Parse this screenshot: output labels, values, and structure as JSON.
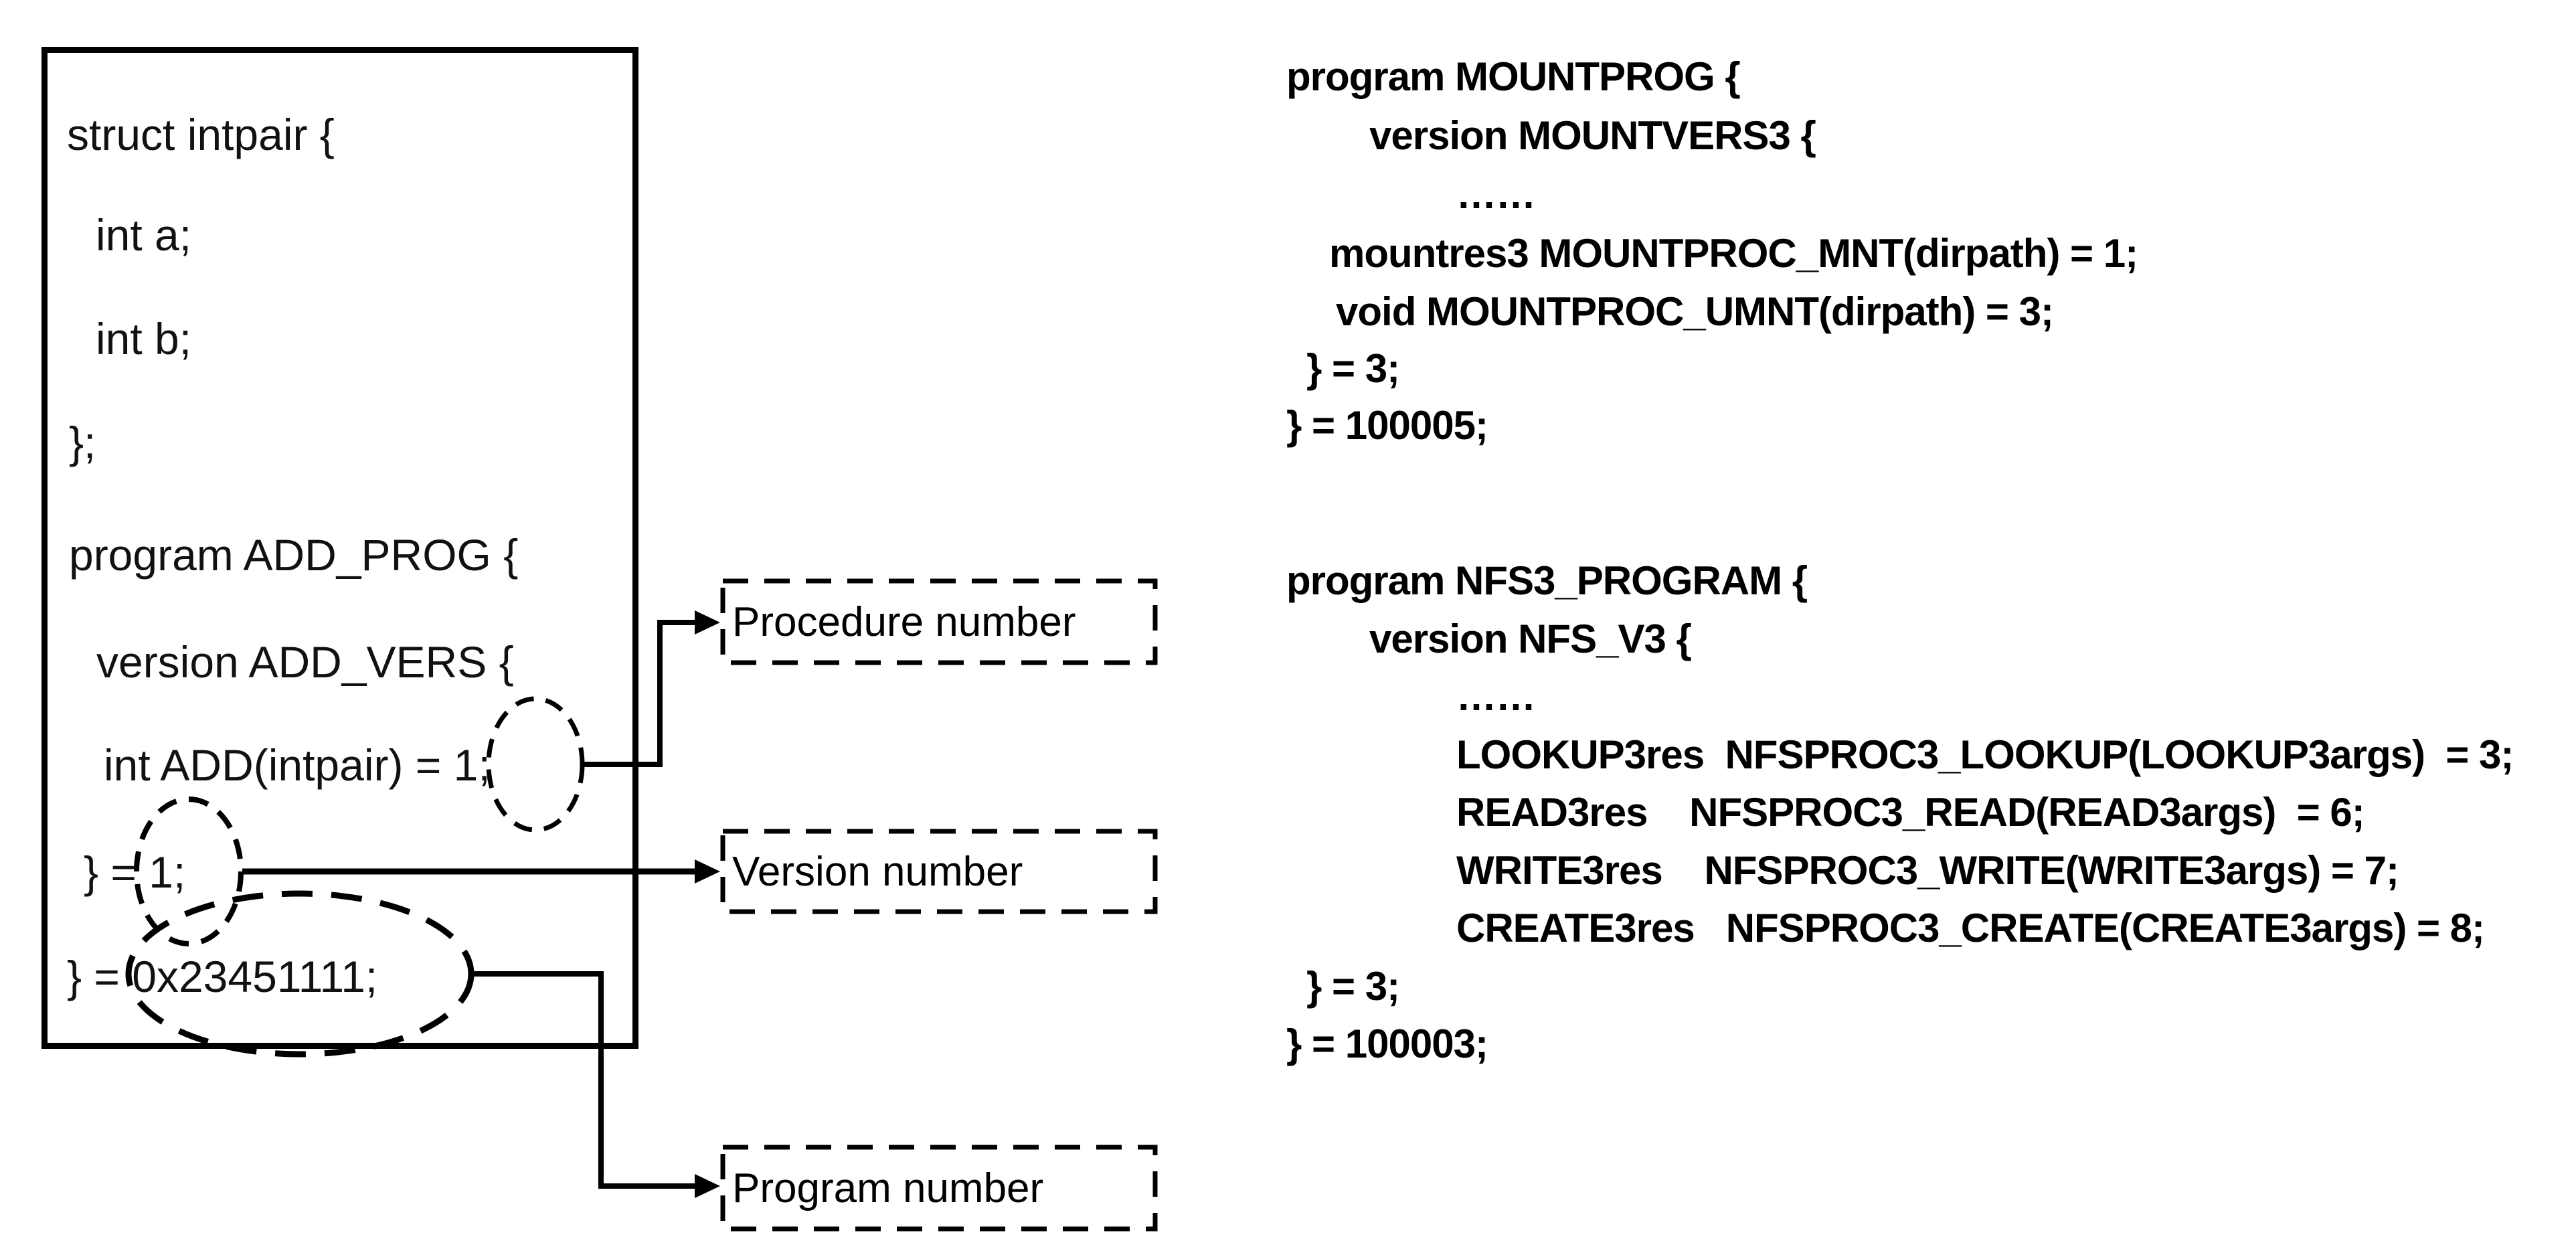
{
  "figure_title": "RPC program, version and procedure numbers",
  "colors": {
    "ink": "#000000",
    "paper": "#ffffff"
  },
  "left_box": {
    "lines": [
      "struct intpair {",
      "int a;",
      "int b;",
      "};",
      "program ADD_PROG {",
      "version ADD_VERS {",
      "int ADD(intpair) = 1;",
      "} = 1;",
      "} = 0x23451111;"
    ]
  },
  "callouts": {
    "procedure": "Procedure number",
    "version": "Version number",
    "program": "Program number"
  },
  "mount_block": {
    "lines": [
      "program MOUNTPROG {",
      "version MOUNTVERS3 {",
      "……",
      "mountres3 MOUNTPROC_MNT(dirpath) = 1;",
      "void MOUNTPROC_UMNT(dirpath) = 3;",
      "} = 3;",
      "} = 100005;"
    ]
  },
  "nfs_block": {
    "lines": [
      "program NFS3_PROGRAM {",
      "version NFS_V3 {",
      "……",
      "LOOKUP3res  NFSPROC3_LOOKUP(LOOKUP3args)  = 3;",
      "READ3res    NFSPROC3_READ(READ3args)  = 6;",
      "WRITE3res    NFSPROC3_WRITE(WRITE3args) = 7;",
      "CREATE3res   NFSPROC3_CREATE(CREATE3args) = 8;",
      "} = 3;",
      "} = 100003;"
    ]
  }
}
